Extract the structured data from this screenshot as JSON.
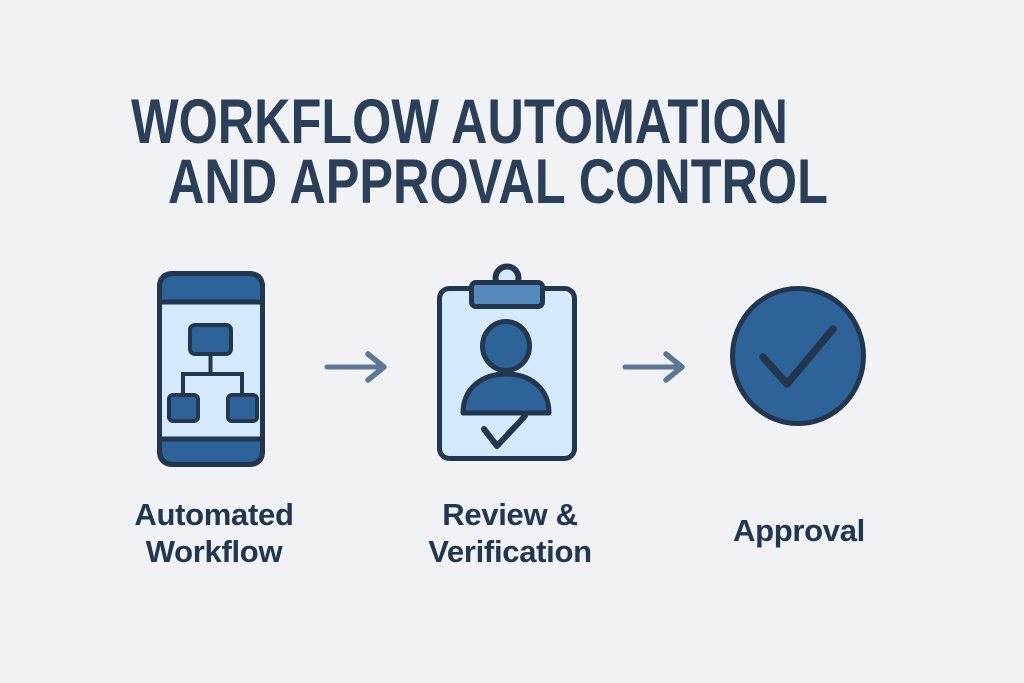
{
  "title": {
    "line1": "WORKFLOW AUTOMATION",
    "line2": "AND APPROVAL CONTROL"
  },
  "steps": [
    {
      "icon": "smartphone-flowchart-icon",
      "label_line1": "Automated",
      "label_line2": "Workflow"
    },
    {
      "icon": "clipboard-person-check-icon",
      "label_line1": "Review &",
      "label_line2": "Verification"
    },
    {
      "icon": "circle-checkmark-icon",
      "label_line1": "Approval",
      "label_line2": ""
    }
  ],
  "connectors": [
    {
      "icon": "arrow-right-icon"
    },
    {
      "icon": "arrow-right-icon"
    }
  ],
  "colors": {
    "bg": "#f0f2f5",
    "ink": "#22374e",
    "title": "#2b3f58",
    "mid": "#2e6399",
    "clip": "#5588bb",
    "light": "#d5e9fc",
    "arrow": "#5d7795"
  }
}
